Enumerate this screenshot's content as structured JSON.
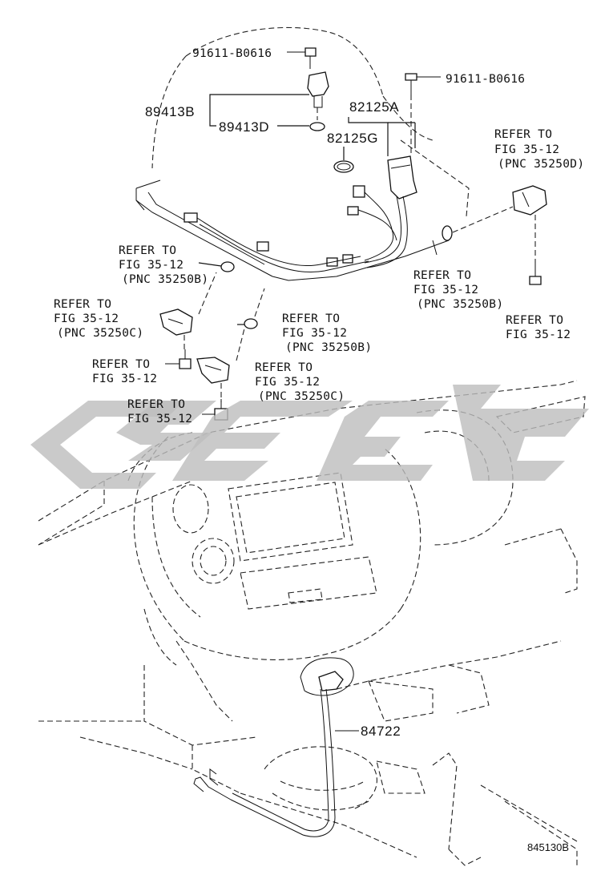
{
  "labels": {
    "bolt_top_left": "91611-B0616",
    "bolt_top_right": "91611-B0616",
    "sensor_b": "89413B",
    "sensor_d": "89413D",
    "harness_a": "82125A",
    "harness_g": "82125G",
    "shift_lever": "84722",
    "figure_id": "845130B"
  },
  "refs": {
    "r1": [
      "REFER TO",
      "FIG 35-12",
      "(PNC 35250D)"
    ],
    "r2": [
      "REFER TO",
      "FIG 35-12",
      "(PNC 35250B)"
    ],
    "r3": [
      "REFER TO",
      "FIG 35-12",
      "(PNC 35250B)"
    ],
    "r4": [
      "REFER TO",
      "FIG 35-12"
    ],
    "r5": [
      "REFER TO",
      "FIG 35-12",
      "(PNC 35250C)"
    ],
    "r6": [
      "REFER TO",
      "FIG 35-12",
      "(PNC 35250B)"
    ],
    "r7": [
      "REFER TO",
      "FIG 35-12"
    ],
    "r8": [
      "REFER TO",
      "FIG 35-12",
      "(PNC 35250C)"
    ],
    "r9": [
      "REFER TO",
      "FIG 35-12"
    ]
  },
  "watermark": {
    "color": "#bdbdbd"
  }
}
